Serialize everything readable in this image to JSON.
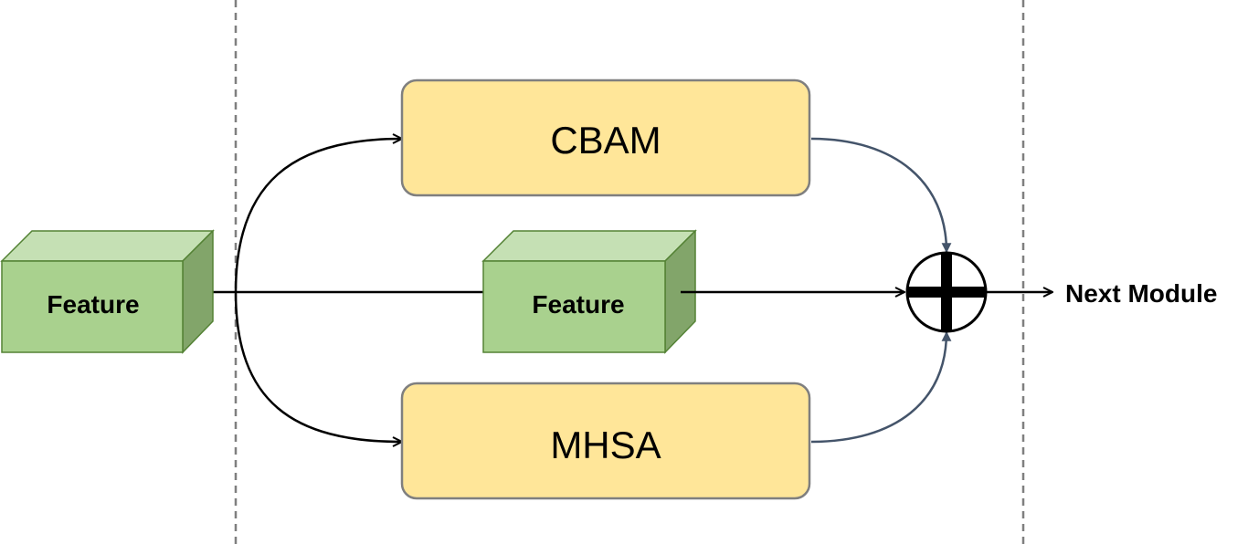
{
  "input_feature": {
    "label": "Feature"
  },
  "skip_feature": {
    "label": "Feature"
  },
  "cbam_block": {
    "label": "CBAM"
  },
  "mhsa_block": {
    "label": "MHSA"
  },
  "output": {
    "label": "Next Module"
  },
  "colors": {
    "module_fill": "#FFE699",
    "module_stroke": "#7F7F7F",
    "feature_front": "#A9D18E",
    "feature_top": "#C5E0B4",
    "feature_side": "#82A56A",
    "feature_stroke": "#548235",
    "arrow_black": "#000000",
    "arrow_blue": "#44546A",
    "divider": "#7F7F7F"
  }
}
